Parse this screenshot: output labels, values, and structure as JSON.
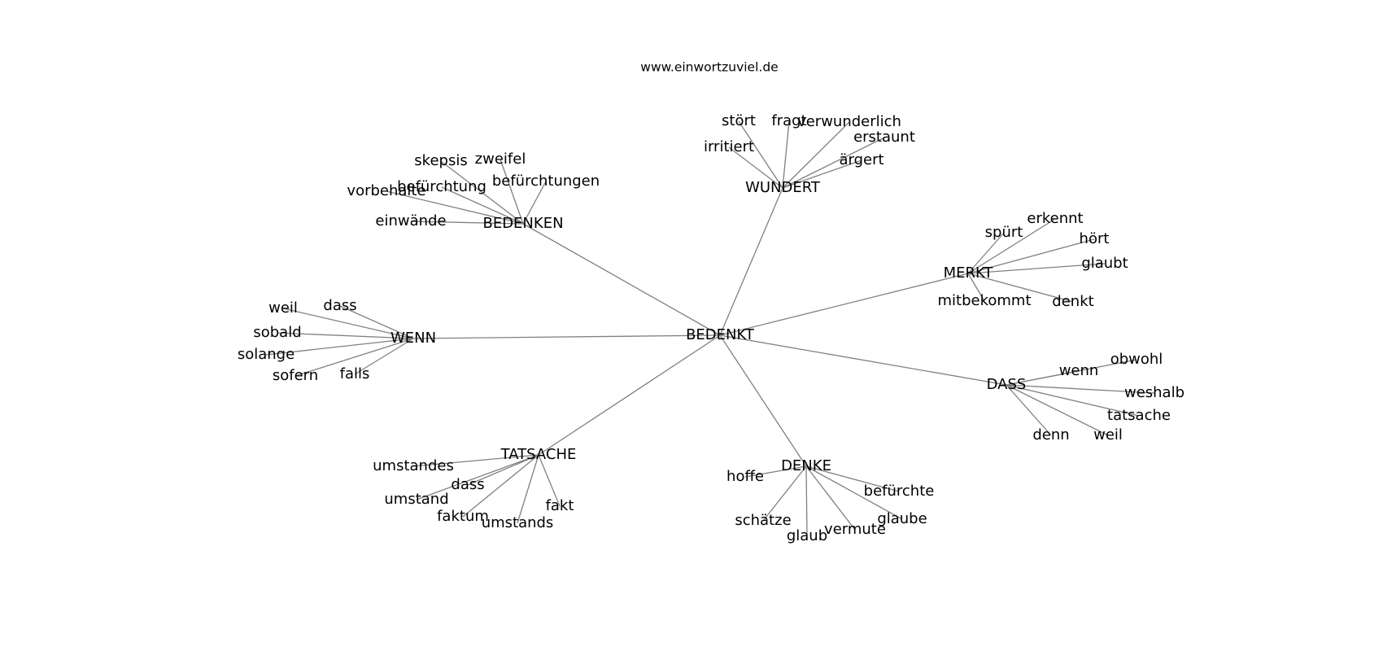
{
  "header": {
    "site": "www.einwortzuviel.de"
  },
  "graph": {
    "root": "BEDENKT",
    "clusters": [
      {
        "hub": "WUNDERT",
        "leaves": [
          "stört",
          "fragt",
          "verwunderlich",
          "erstaunt",
          "irritiert",
          "ärgert"
        ]
      },
      {
        "hub": "BEDENKEN",
        "leaves": [
          "skepsis",
          "zweifel",
          "befürchtung",
          "befürchtungen",
          "vorbehalte",
          "einwände"
        ]
      },
      {
        "hub": "MERKT",
        "leaves": [
          "erkennt",
          "spürt",
          "hört",
          "glaubt",
          "mitbekommt",
          "denkt"
        ]
      },
      {
        "hub": "WENN",
        "leaves": [
          "weil",
          "dass",
          "sobald",
          "solange",
          "sofern",
          "falls"
        ]
      },
      {
        "hub": "DASS",
        "leaves": [
          "obwohl",
          "wenn",
          "weshalb",
          "tatsache",
          "denn",
          "weil"
        ]
      },
      {
        "hub": "TATSACHE",
        "leaves": [
          "umstandes",
          "dass",
          "umstand",
          "faktum",
          "umstands",
          "fakt"
        ]
      },
      {
        "hub": "DENKE",
        "leaves": [
          "hoffe",
          "befürchte",
          "glaube",
          "vermute",
          "schätze",
          "glaub"
        ]
      }
    ]
  }
}
